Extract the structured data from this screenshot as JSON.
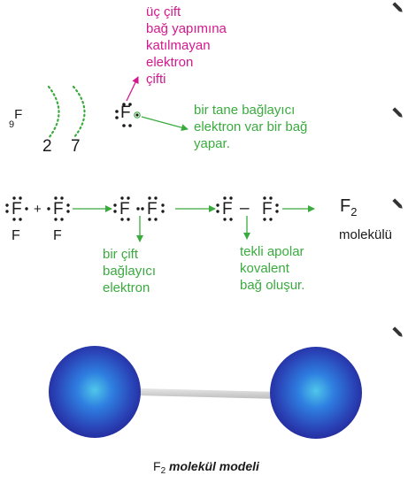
{
  "atom": {
    "atomic_number": "9",
    "symbol": "F",
    "shells": [
      "2",
      "7"
    ]
  },
  "annotations": {
    "lone_pairs": [
      "üç çift",
      "bağ yapımına",
      "katılmayan",
      "elektron",
      "çifti"
    ],
    "single_bonding": [
      "bir tane bağlayıcı",
      "elektron var bir bağ",
      "yapar."
    ],
    "bonding_pair": [
      "bir çift",
      "bağlayıcı",
      "elektron"
    ],
    "covalent": [
      "tekli apolar",
      "kovalent",
      "bağ oluşur."
    ]
  },
  "reaction": {
    "reactant_labels": [
      "F",
      "F"
    ],
    "plus": "+",
    "dash": "–",
    "product_symbol": "F",
    "product_subscript": "2",
    "product_label": "molekülü"
  },
  "caption": {
    "symbol": "F",
    "subscript": "2",
    "text": "molekül modeli"
  },
  "colors": {
    "magenta": "#d3188f",
    "green": "#3aab3f",
    "sphere": "#2a5ad0"
  }
}
